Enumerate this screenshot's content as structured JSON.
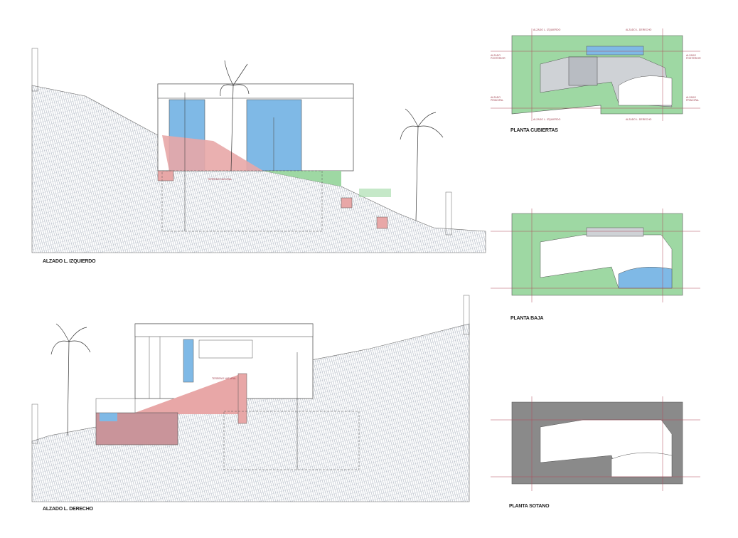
{
  "elevations": [
    {
      "title": "ALZADO L. IZQUIERDO",
      "ground_note": "TERRENO NATURAL"
    },
    {
      "title": "ALZADO L. DERECHO",
      "ground_note": "TERRENO NATURAL"
    }
  ],
  "plans": [
    {
      "title": "PLANTA CUBIERTAS"
    },
    {
      "title": "PLANTA BAJA"
    },
    {
      "title": "PLANTA SOTANO"
    }
  ],
  "plan_markers": {
    "left_top": "ALZADO L. IZQUIERDO",
    "right_top": "ALZADO L. DERECHO",
    "rear_left": "ALZADO POSTERIOR",
    "rear_right": "ALZADO POSTERIOR",
    "front_left": "ALZADO PRINCIPAL",
    "front_right": "ALZADO PRINCIPAL"
  },
  "colors": {
    "glass": "#7fb9e6",
    "excavation": "#e8a7a7",
    "lawn": "#9ed8a3",
    "hatch": "#9aa3b0",
    "marker": "#b04a5a",
    "basement": "#8a8a8a"
  }
}
